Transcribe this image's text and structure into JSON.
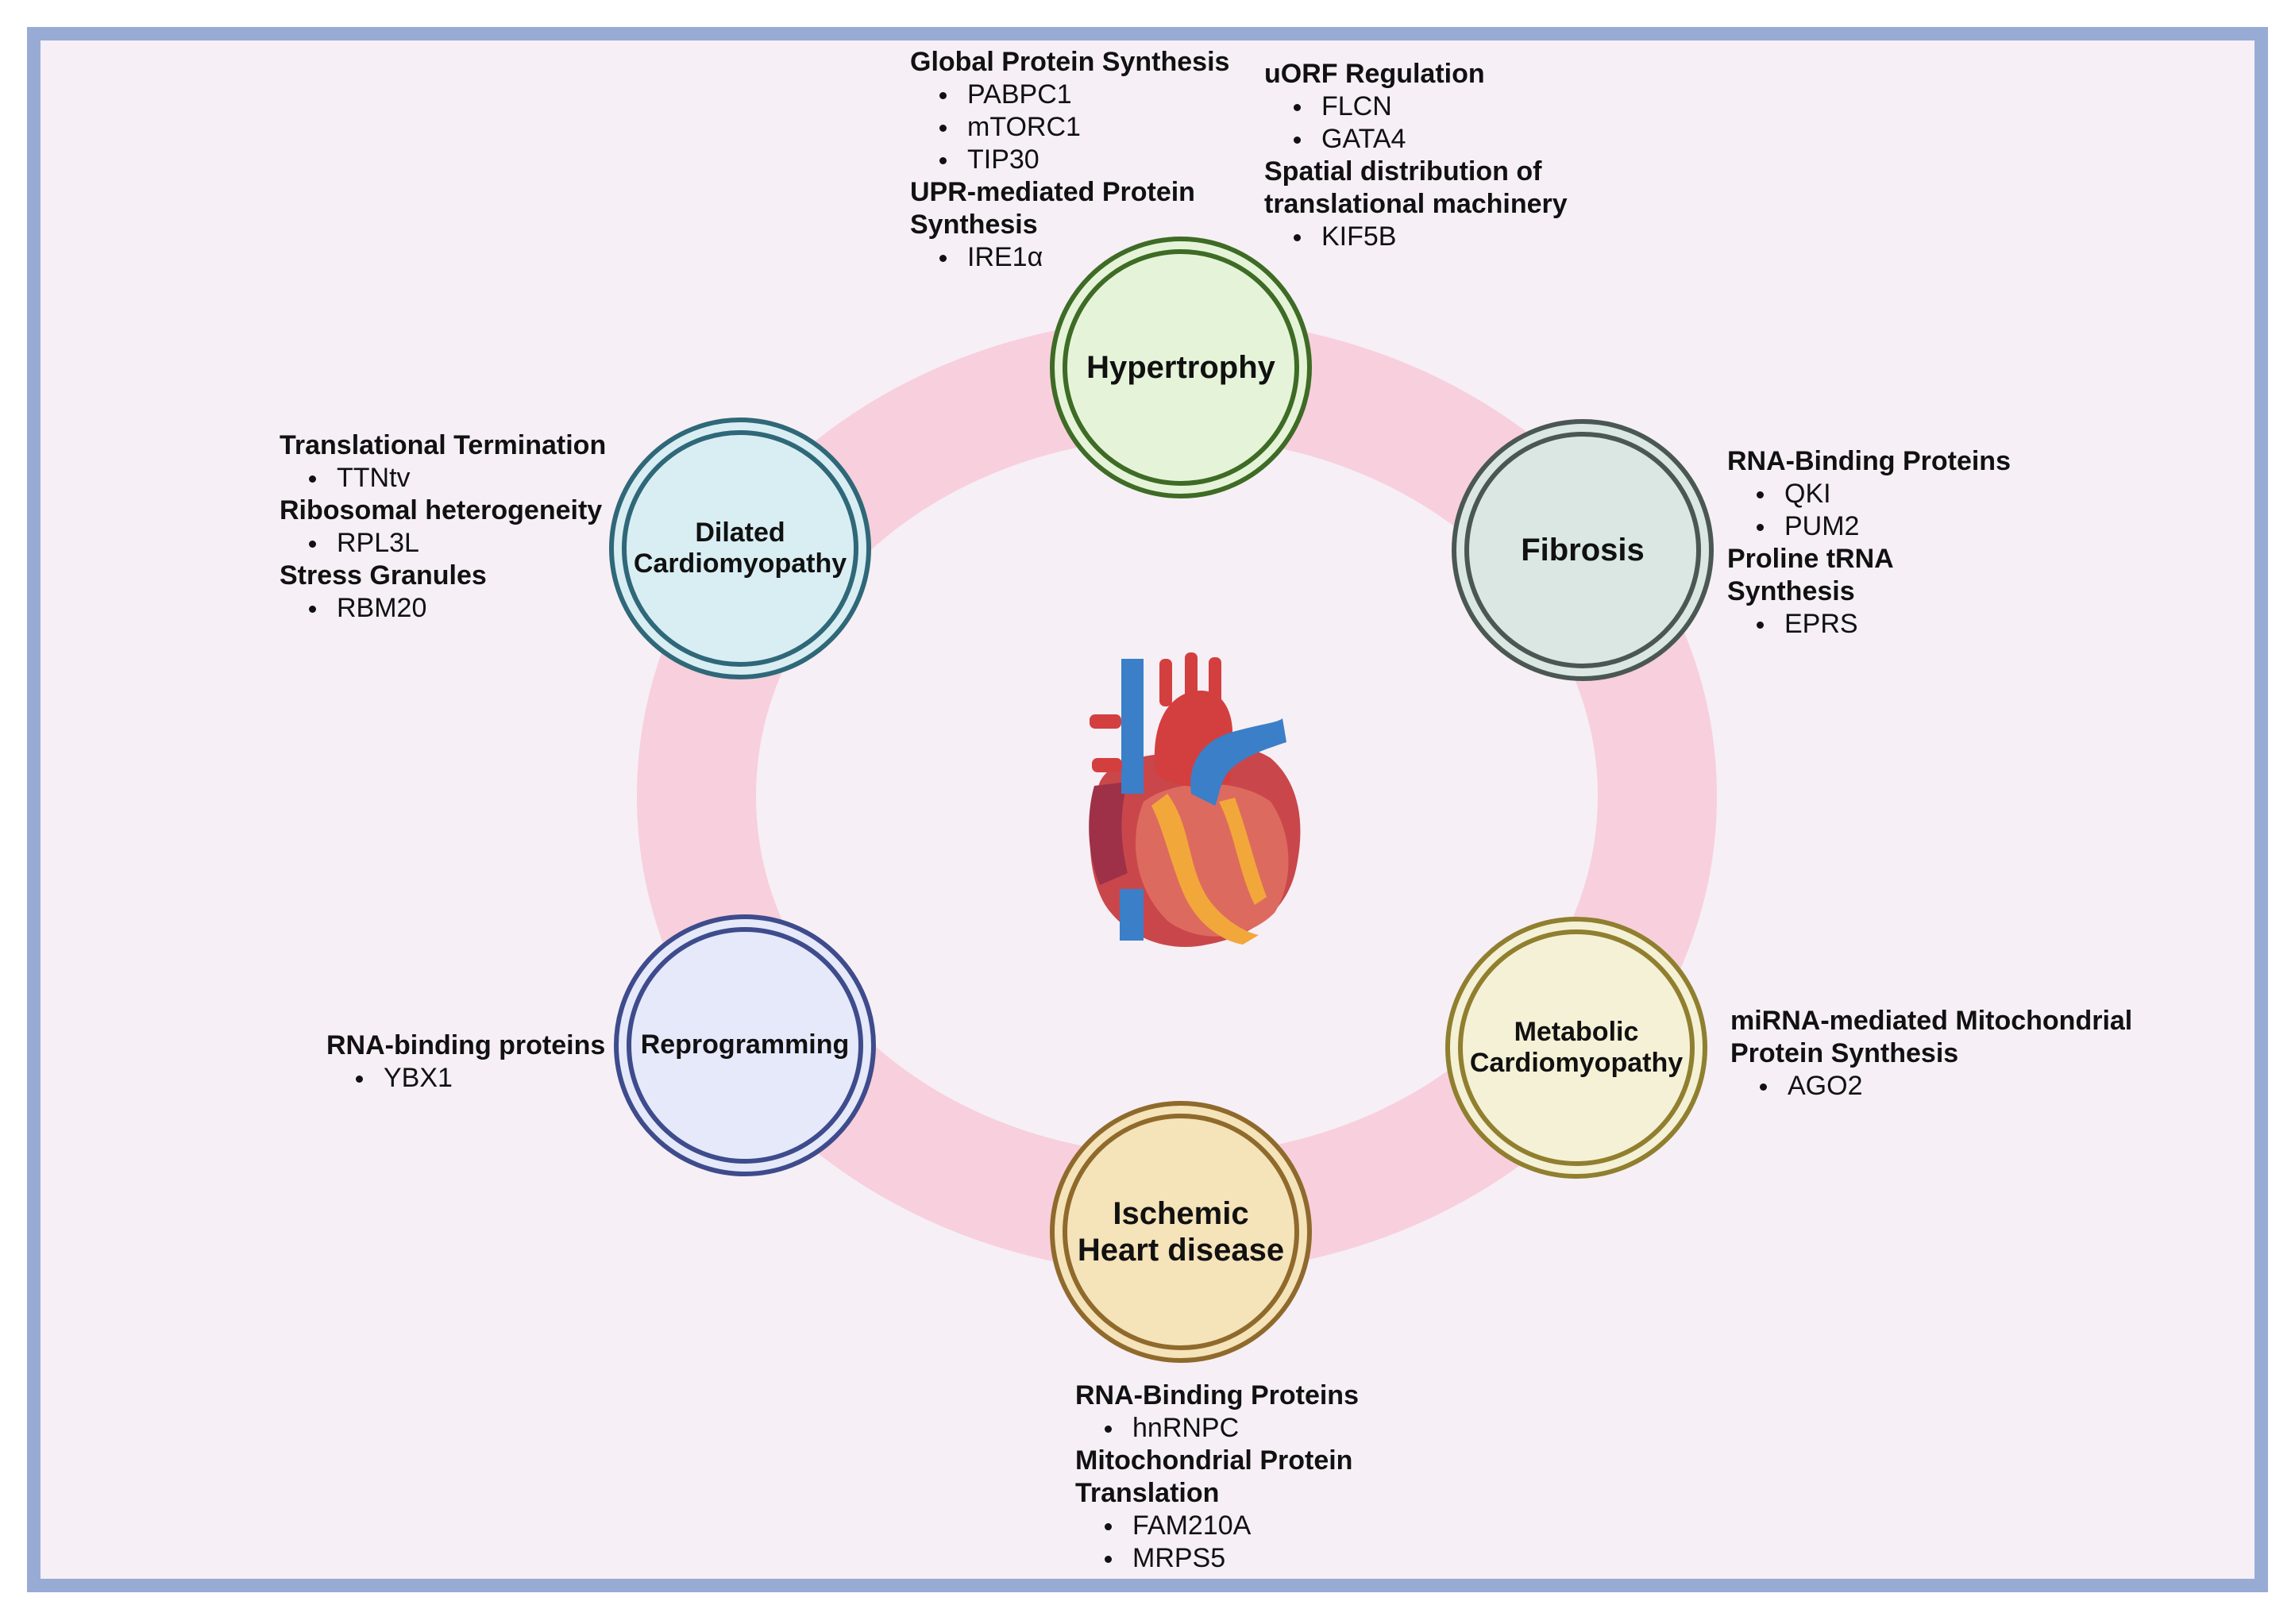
{
  "nodes": [
    {
      "id": "hypertrophy",
      "label": "Hypertrophy",
      "fill": "#e5f4d9",
      "ring": "#3e6b25"
    },
    {
      "id": "fibrosis",
      "label": "Fibrosis",
      "fill": "#dae7e3",
      "ring": "#4b5752"
    },
    {
      "id": "metabolic",
      "label": "Metabolic\nCardiomyopathy",
      "fill": "#f5f1d6",
      "ring": "#8f7f2f"
    },
    {
      "id": "ischemic",
      "label": "Ischemic\nHeart disease",
      "fill": "#f5e3b9",
      "ring": "#8f6a2c"
    },
    {
      "id": "reprogramming",
      "label": "Reprogramming",
      "fill": "#e5e9f9",
      "ring": "#3e4b8c"
    },
    {
      "id": "dcm",
      "label": "Dilated\nCardiomyopathy",
      "fill": "#d9eef3",
      "ring": "#2f6878"
    }
  ],
  "annotations": {
    "hypertrophy_left": [
      {
        "heading": "Global Protein Synthesis",
        "items": [
          "PABPC1",
          "mTORC1",
          "TIP30"
        ]
      },
      {
        "heading": "UPR-mediated Protein\nSynthesis",
        "items": [
          "IRE1α"
        ]
      }
    ],
    "hypertrophy_right": [
      {
        "heading": "uORF Regulation",
        "items": [
          "FLCN",
          "GATA4"
        ]
      },
      {
        "heading": "Spatial distribution of\ntranslational machinery",
        "items": [
          "KIF5B"
        ]
      }
    ],
    "fibrosis": [
      {
        "heading": "RNA-Binding Proteins",
        "items": [
          "QKI",
          "PUM2"
        ]
      },
      {
        "heading": "Proline tRNA\nSynthesis",
        "items": [
          "EPRS"
        ]
      }
    ],
    "metabolic": [
      {
        "heading": "miRNA-mediated Mitochondrial\nProtein Synthesis",
        "items": [
          "AGO2"
        ]
      }
    ],
    "ischemic": [
      {
        "heading": "RNA-Binding Proteins",
        "items": [
          "hnRNPC"
        ]
      },
      {
        "heading": "Mitochondrial Protein\nTranslation",
        "items": [
          "FAM210A",
          "MRPS5"
        ]
      }
    ],
    "reprogramming": [
      {
        "heading": "RNA-binding proteins",
        "items": [
          "YBX1"
        ]
      }
    ],
    "dcm": [
      {
        "heading": "Translational Termination",
        "items": [
          "TTNtv"
        ]
      },
      {
        "heading": "Ribosomal heterogeneity",
        "items": [
          "RPL3L"
        ]
      },
      {
        "heading": "Stress Granules",
        "items": [
          "RBM20"
        ]
      }
    ]
  },
  "colors": {
    "frame_border": "#97abd5",
    "background": "#f6eff5",
    "ring": "#f8cfdc"
  },
  "icons": {
    "center": "heart-icon"
  }
}
